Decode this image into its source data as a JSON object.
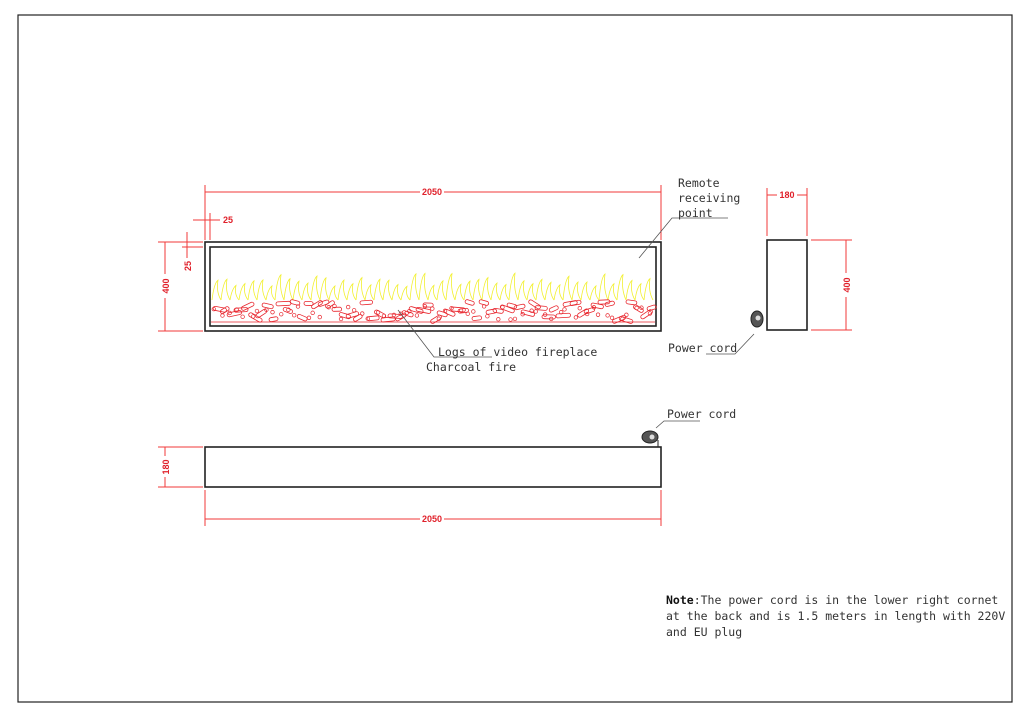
{
  "drawing": {
    "front_view": {
      "width_dim": "2050",
      "height_dim": "400",
      "inset_top_dim": "25",
      "inset_left_dim": "25",
      "remote_label": [
        "Remote",
        "receiving",
        "point"
      ],
      "logs_label": "Logs of video fireplace",
      "charcoal_label": "Charcoal fire"
    },
    "side_view": {
      "depth_dim": "180",
      "height_dim": "400",
      "power_cord_label": "Power cord"
    },
    "top_view": {
      "depth_dim": "180",
      "width_dim": "2050",
      "power_cord_label": "Power cord"
    },
    "note": {
      "prefix": "Note",
      "lines": [
        ":The power cord is in the lower right cornet",
        "at the back and is 1.5 meters in length with 220V",
        "and EU plug"
      ]
    }
  },
  "colors": {
    "dimension": "#f03a3a",
    "flame": "#f2f030",
    "logs": "#e8242c",
    "outline": "#222222"
  }
}
